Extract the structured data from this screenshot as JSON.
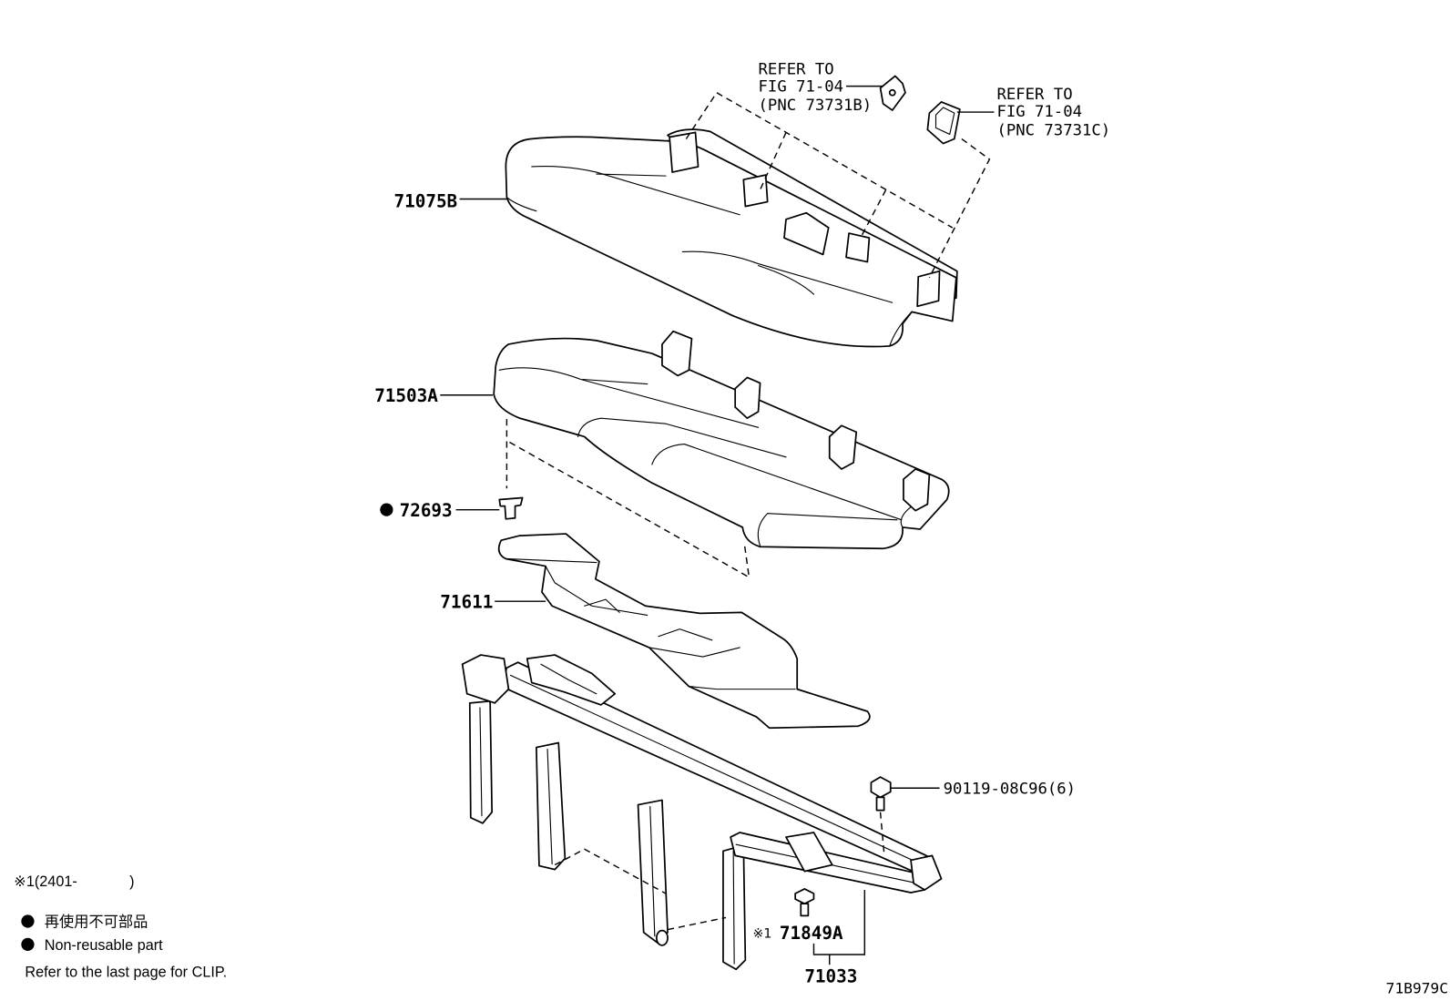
{
  "colors": {
    "ink": "#000000",
    "background": "#ffffff"
  },
  "refer_73731b": {
    "line1": "REFER TO",
    "line2": "FIG 71-04",
    "line3": "(PNC 73731B)"
  },
  "refer_73731c": {
    "line1": "REFER TO",
    "line2": "FIG 71-04",
    "line3": "(PNC 73731C)"
  },
  "callouts": {
    "p71075b": "71075B",
    "p71503a": "71503A",
    "p72693": "72693",
    "p71611": "71611",
    "p90119": "90119-08C96(6)",
    "p71849a_mark": "※1",
    "p71849a": "71849A",
    "p71033": "71033"
  },
  "legend": {
    "ref_mark_open": "※1(2401-",
    "ref_mark_close": ")",
    "non_reusable_jp": "再使用不可部品",
    "non_reusable_en": "Non-reusable part",
    "clip_note": "Refer to the last page for CLIP."
  },
  "icons": {
    "bullet": "non-reusable-dot"
  },
  "figure_id": "71B979C"
}
